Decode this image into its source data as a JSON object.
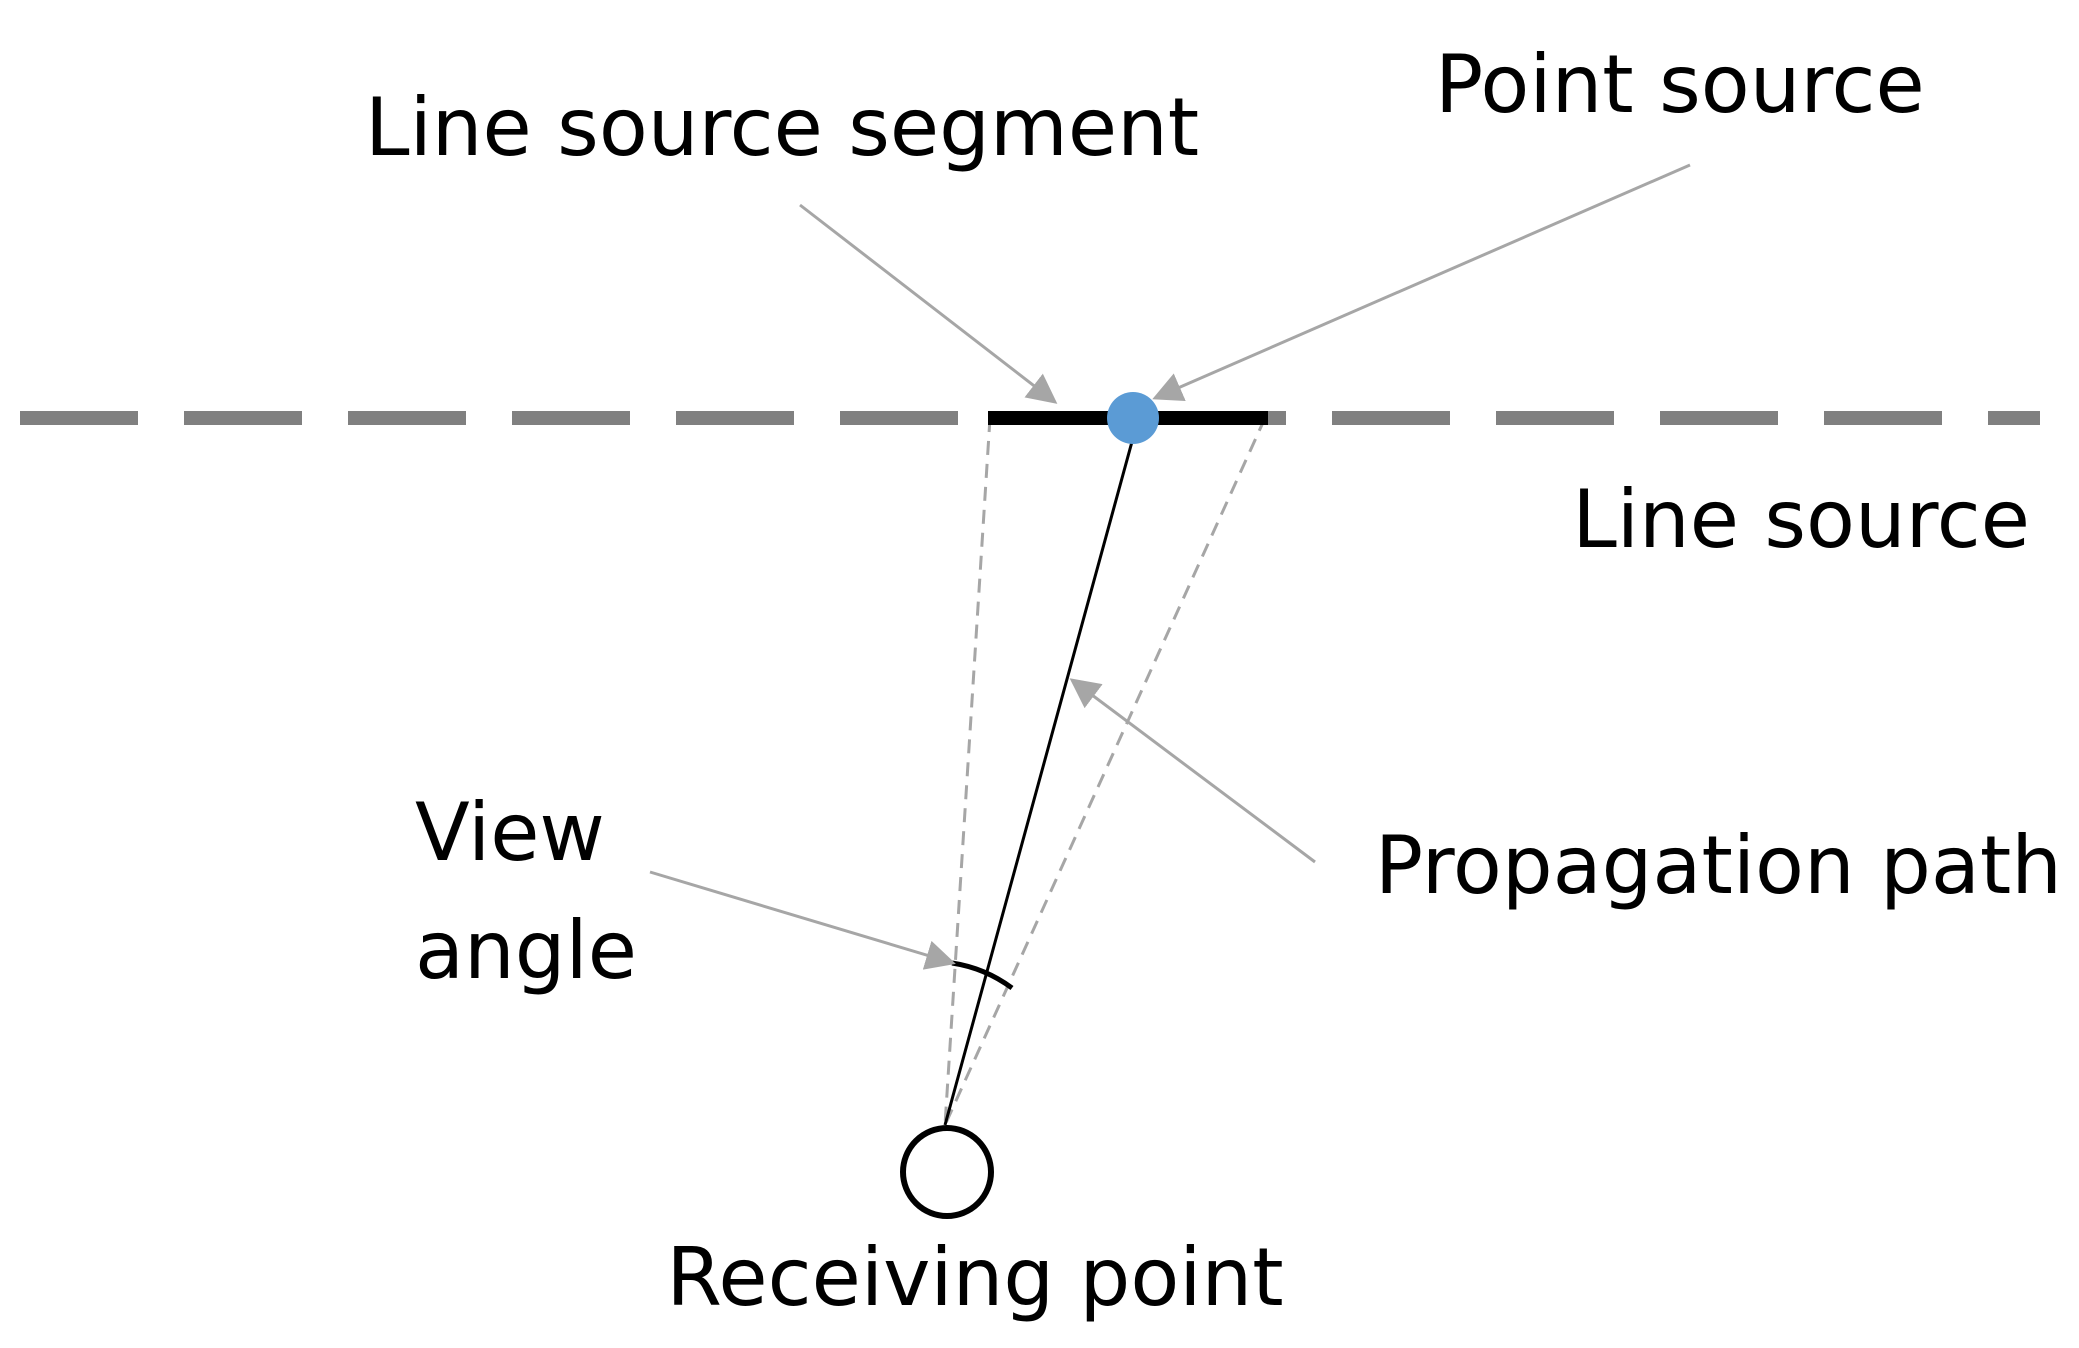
{
  "labels": {
    "line_source_segment": "Line source segment",
    "point_source": "Point source",
    "line_source": "Line source",
    "propagation_path": "Propagation path",
    "view_angle_line1": "View",
    "view_angle_line2": "angle",
    "receiving_point": "Receiving point"
  },
  "colors": {
    "line_source_dash": "#808080",
    "segment": "#000000",
    "point_source_fill": "#5b9bd5",
    "arrow": "#a6a6a6",
    "view_lines": "#a6a6a6",
    "propagation_path": "#000000",
    "receiver_stroke": "#000000"
  }
}
